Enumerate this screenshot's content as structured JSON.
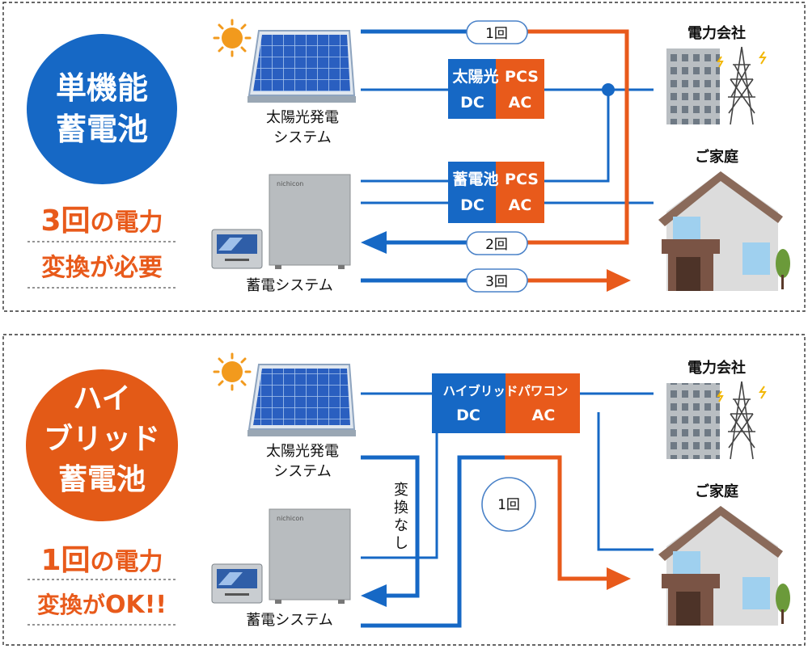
{
  "colors": {
    "blue": "#1668c5",
    "orange": "#e85a1b",
    "circle_blue": "#1668c5",
    "circle_orange": "#e35a17",
    "dashed_border": "#333333",
    "pill_border": "#4a82c8",
    "panel_blue": "#2a5fc0",
    "building_gray": "#b9bec2",
    "house_wall": "#dcdcdc",
    "house_roof": "#8a6a5a",
    "battery_gray": "#b8bcbf",
    "sun": "#f29a1d"
  },
  "top_section": {
    "title_line1": "単機能",
    "title_line2": "蓄電池",
    "note_line1_num": "3回",
    "note_line1_rest": "の電力",
    "note_line2": "変換が必要",
    "solar_label_line1": "太陽光発電",
    "solar_label_line2": "システム",
    "battery_brand": "nichicon",
    "battery_label": "蓄電システム",
    "company_label": "電力会社",
    "home_label": "ご家庭",
    "pcs_solar": {
      "name": "太陽光",
      "pcs": "PCS",
      "dc": "DC",
      "ac": "AC"
    },
    "pcs_battery": {
      "name": "蓄電池",
      "pcs": "PCS",
      "dc": "DC",
      "ac": "AC"
    },
    "count_1": "1回",
    "count_2": "2回",
    "count_3": "3回"
  },
  "bottom_section": {
    "title_line1": "ハイ",
    "title_line2": "ブリッド",
    "title_line3": "蓄電池",
    "note_line1_num": "1回",
    "note_line1_rest": "の電力",
    "note_line2_a": "変換が",
    "note_line2_b": "OK!!",
    "solar_label_line1": "太陽光発電",
    "solar_label_line2": "システム",
    "battery_brand": "nichicon",
    "battery_label": "蓄電システム",
    "company_label": "電力会社",
    "home_label": "ご家庭",
    "hybrid_name": "ハイブリッドパワコン",
    "dc": "DC",
    "ac": "AC",
    "no_conversion_1": "変",
    "no_conversion_2": "換",
    "no_conversion_3": "な",
    "no_conversion_4": "し",
    "count_1": "1回"
  }
}
